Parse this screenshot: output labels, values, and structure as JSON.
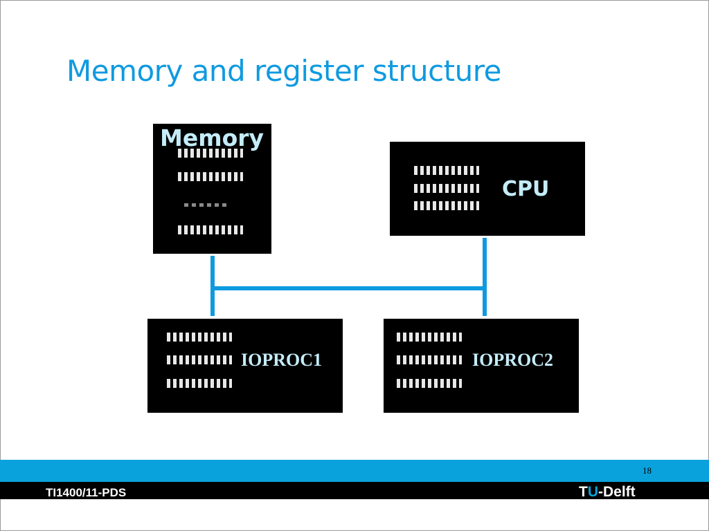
{
  "slide": {
    "title": "Memory and register structure",
    "page_number": "18",
    "course_code": "TI1400/11-PDS",
    "logo": {
      "part1": "T",
      "part2": "U",
      "part3": "-Delft"
    }
  },
  "diagram": {
    "memory_label": "Memory",
    "cpu_label": "CPU",
    "ioproc1_label": "IOPROC1",
    "ioproc2_label": "IOPROC2"
  },
  "colors": {
    "accent": "#0f9ae0",
    "footer_blue": "#0aa2dc",
    "box_label": "#c4ecf8",
    "box_fill": "#000000"
  }
}
